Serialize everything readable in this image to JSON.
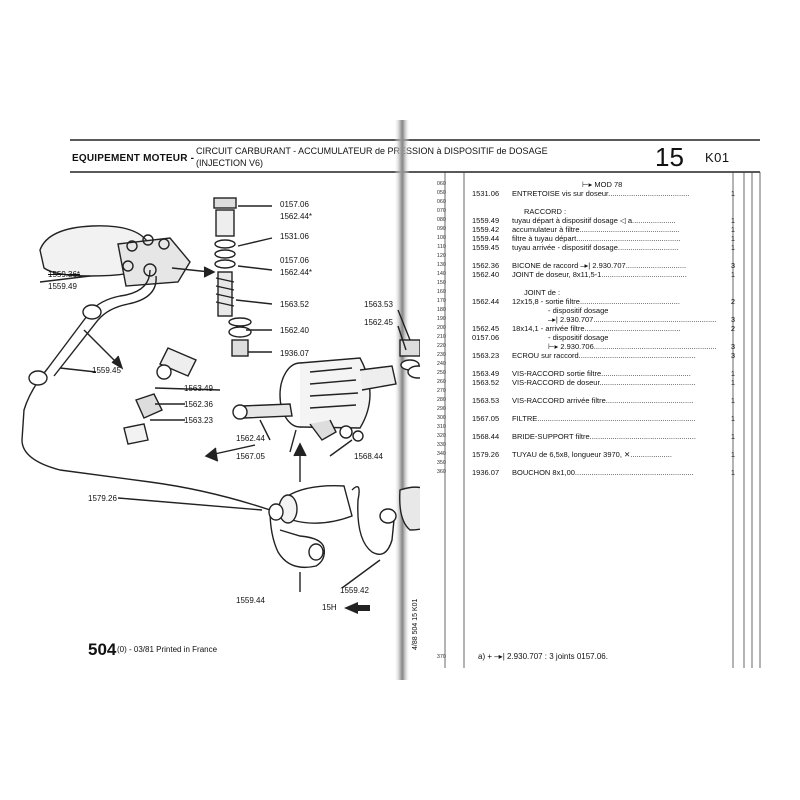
{
  "header": {
    "section": "EQUIPEMENT MOTEUR -",
    "title_line1": "CIRCUIT CARBURANT - ACCUMULATEUR de PRESSION à DISPOSITIF de DOSAGE",
    "title_line2": "(INJECTION V6)",
    "page_number": "15",
    "group_code": "K01"
  },
  "diagram": {
    "labels": {
      "l1559_36": "1559.36*",
      "l1559_49": "1559.49",
      "l1559_45": "1559.45",
      "l0157_06_a": "0157.06",
      "l1562_44_a": "1562.44*",
      "l1531_06": "1531.06",
      "l0157_06_b": "0157.06",
      "l1562_44_b": "1562.44*",
      "l1563_52": "1563.52",
      "l1562_40": "1562.40",
      "l1936_07": "1936.07",
      "l1563_53": "1563.53",
      "l1562_45": "1562.45",
      "l1563_49": "1563.49",
      "l1562_36": "1562.36",
      "l1563_23": "1563.23",
      "l1562_44_c": "1562.44",
      "l1567_05": "1567.05",
      "l1568_44": "1568.44",
      "l1579_26": "1579.26",
      "l1559_42": "1559.42",
      "l1559_44": "1559.44",
      "l15h": "15H"
    }
  },
  "parts_list": {
    "rows": [
      {
        "line": "060",
        "ref": "",
        "desc": "⊢▸ MOD 78",
        "qty": ""
      },
      {
        "line": "050",
        "ref": "1531.06",
        "desc": "ENTRETOISE vis sur doseur.......................................",
        "qty": "1"
      },
      {
        "line": "060",
        "ref": "",
        "desc": "",
        "qty": ""
      },
      {
        "line": "070",
        "ref": "",
        "desc": "RACCORD :",
        "qty": ""
      },
      {
        "line": "080",
        "ref": "1559.49",
        "desc": "tuyau départ à dispositif dosage ◁ a.....................",
        "qty": "1"
      },
      {
        "line": "090",
        "ref": "1559.42",
        "desc": "accumulateur à filtre................................................",
        "qty": "1"
      },
      {
        "line": "100",
        "ref": "1559.44",
        "desc": "filtre à tuyau départ..................................................",
        "qty": "1"
      },
      {
        "line": "110",
        "ref": "1559.45",
        "desc": "tuyau arrivée - dispositif dosage.............................",
        "qty": "1"
      },
      {
        "line": "120",
        "ref": "",
        "desc": "",
        "qty": ""
      },
      {
        "line": "130",
        "ref": "1562.36",
        "desc": "BICONE de raccord –▸| 2.930.707.............................",
        "qty": "3"
      },
      {
        "line": "140",
        "ref": "1562.40",
        "desc": "JOINT de doseur, 8x11,5-1.........................................",
        "qty": "1"
      },
      {
        "line": "150",
        "ref": "",
        "desc": "",
        "qty": ""
      },
      {
        "line": "160",
        "ref": "",
        "desc": "JOINT de :",
        "qty": ""
      },
      {
        "line": "170",
        "ref": "1562.44",
        "desc": "12x15,8 - sortie filtre................................................",
        "qty": "2"
      },
      {
        "line": "180",
        "ref": "",
        "desc": "- dispositif dosage",
        "qty": ""
      },
      {
        "line": "190",
        "ref": "",
        "desc": "–▸| 2.930.707...........................................................",
        "qty": "3"
      },
      {
        "line": "200",
        "ref": "1562.45",
        "desc": "18x14,1 - arrivée filtre..............................................",
        "qty": "2"
      },
      {
        "line": "210",
        "ref": "0157.06",
        "desc": "- dispositif dosage",
        "qty": ""
      },
      {
        "line": "220",
        "ref": "",
        "desc": "⊢▸ 2.930.706...........................................................",
        "qty": "3"
      },
      {
        "line": "230",
        "ref": "1563.23",
        "desc": "ECROU sur raccord........................................................",
        "qty": "3"
      },
      {
        "line": "240",
        "ref": "",
        "desc": "",
        "qty": ""
      },
      {
        "line": "250",
        "ref": "1563.49",
        "desc": "VIS-RACCORD sortie filtre...........................................",
        "qty": "1"
      },
      {
        "line": "260",
        "ref": "1563.52",
        "desc": "VIS-RACCORD de doseur..............................................",
        "qty": "1"
      },
      {
        "line": "270",
        "ref": "",
        "desc": "",
        "qty": ""
      },
      {
        "line": "280",
        "ref": "1563.53",
        "desc": "VIS-RACCORD arrivée filtre..........................................",
        "qty": "1"
      },
      {
        "line": "290",
        "ref": "",
        "desc": "",
        "qty": ""
      },
      {
        "line": "300",
        "ref": "1567.05",
        "desc": "FILTRE............................................................................",
        "qty": "1"
      },
      {
        "line": "310",
        "ref": "",
        "desc": "",
        "qty": ""
      },
      {
        "line": "320",
        "ref": "1568.44",
        "desc": "BRIDE-SUPPORT filtre...................................................",
        "qty": "1"
      },
      {
        "line": "330",
        "ref": "",
        "desc": "",
        "qty": ""
      },
      {
        "line": "340",
        "ref": "1579.26",
        "desc": "TUYAU de 6,5x8, longueur 3970, ✕....................",
        "qty": "1"
      },
      {
        "line": "350",
        "ref": "",
        "desc": "",
        "qty": ""
      },
      {
        "line": "360",
        "ref": "1936.07",
        "desc": "BOUCHON 8x1,00.........................................................",
        "qty": "1"
      }
    ],
    "footnote_line": "370",
    "footnote": "a)  +  –▸| 2.930.707 : 3 joints 0157.06."
  },
  "footer": {
    "page_code": "504",
    "page_suffix": "(0) - 03/81 Printed in France",
    "vertical_code": "4/88 504 15 K01"
  }
}
